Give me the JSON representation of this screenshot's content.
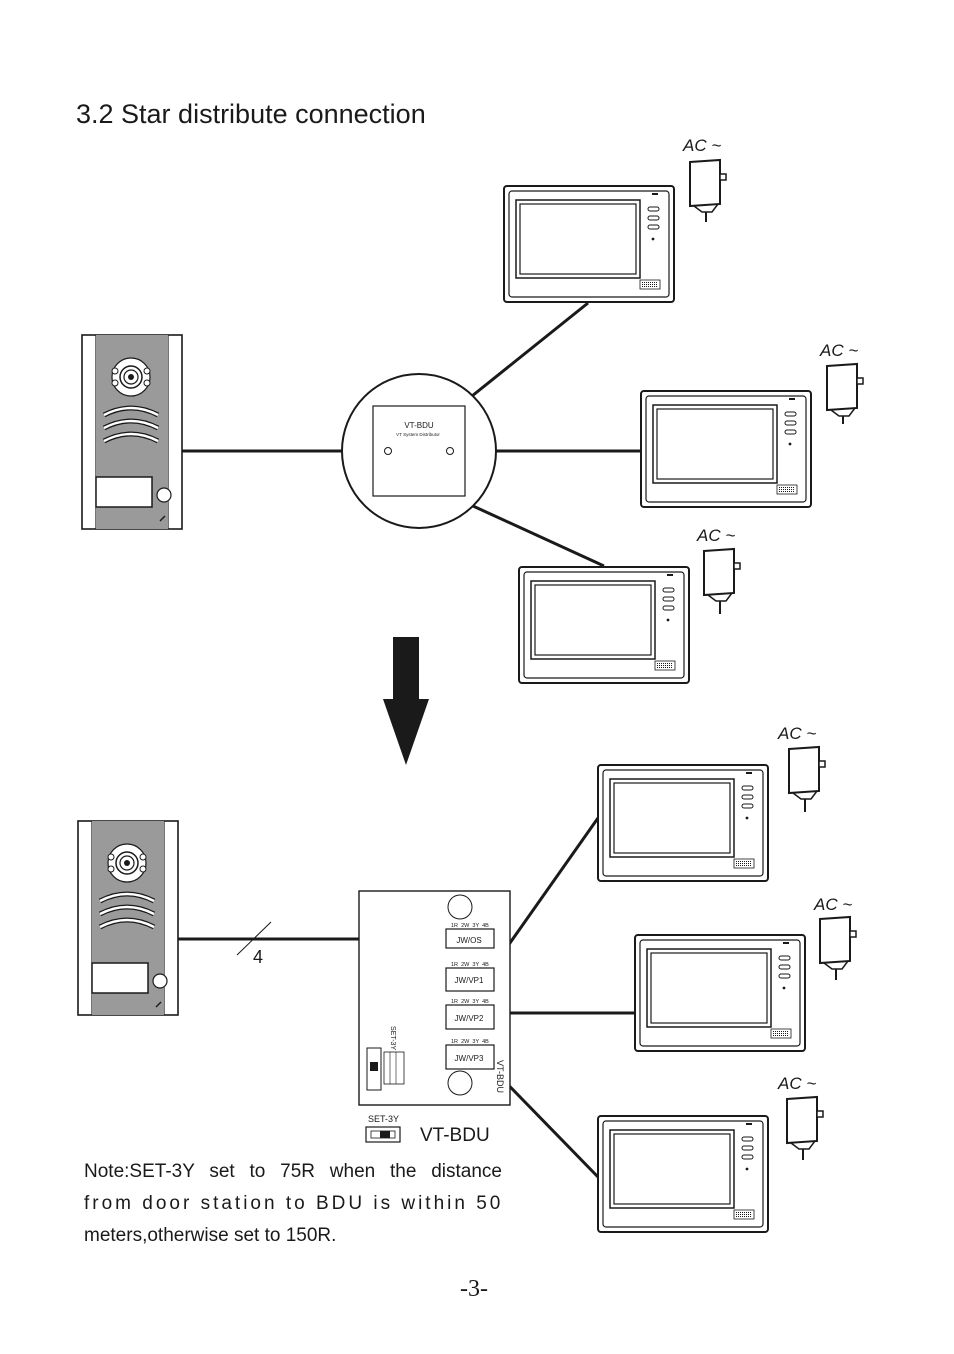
{
  "page": {
    "title": "3.2 Star distribute connection",
    "page_number": "-3-"
  },
  "power_label": "AC ~",
  "bdu_circle": {
    "name": "VT-BDU",
    "subtitle": "VT System Distributor"
  },
  "bdu_board": {
    "ports": [
      {
        "pins": "1R  2W  3Y  4B",
        "label": "JW/OS"
      },
      {
        "pins": "1R  2W  3Y  4B",
        "label": "JW/VP1"
      },
      {
        "pins": "1R  2W  3Y  4B",
        "label": "JW/VP2"
      },
      {
        "pins": "1R  2W  3Y  4B",
        "label": "JW/VP3"
      }
    ],
    "side_label": "VT-BDU",
    "switch_label": "SET-3Y",
    "switch_caption": "SET-3Y",
    "device_label": "VT-BDU",
    "wire_count": "4"
  },
  "note": {
    "line1": "Note:SET-3Y set to 75R when the distance",
    "line2": "from door station to BDU is within 50",
    "line3": "meters,otherwise set to 150R."
  }
}
